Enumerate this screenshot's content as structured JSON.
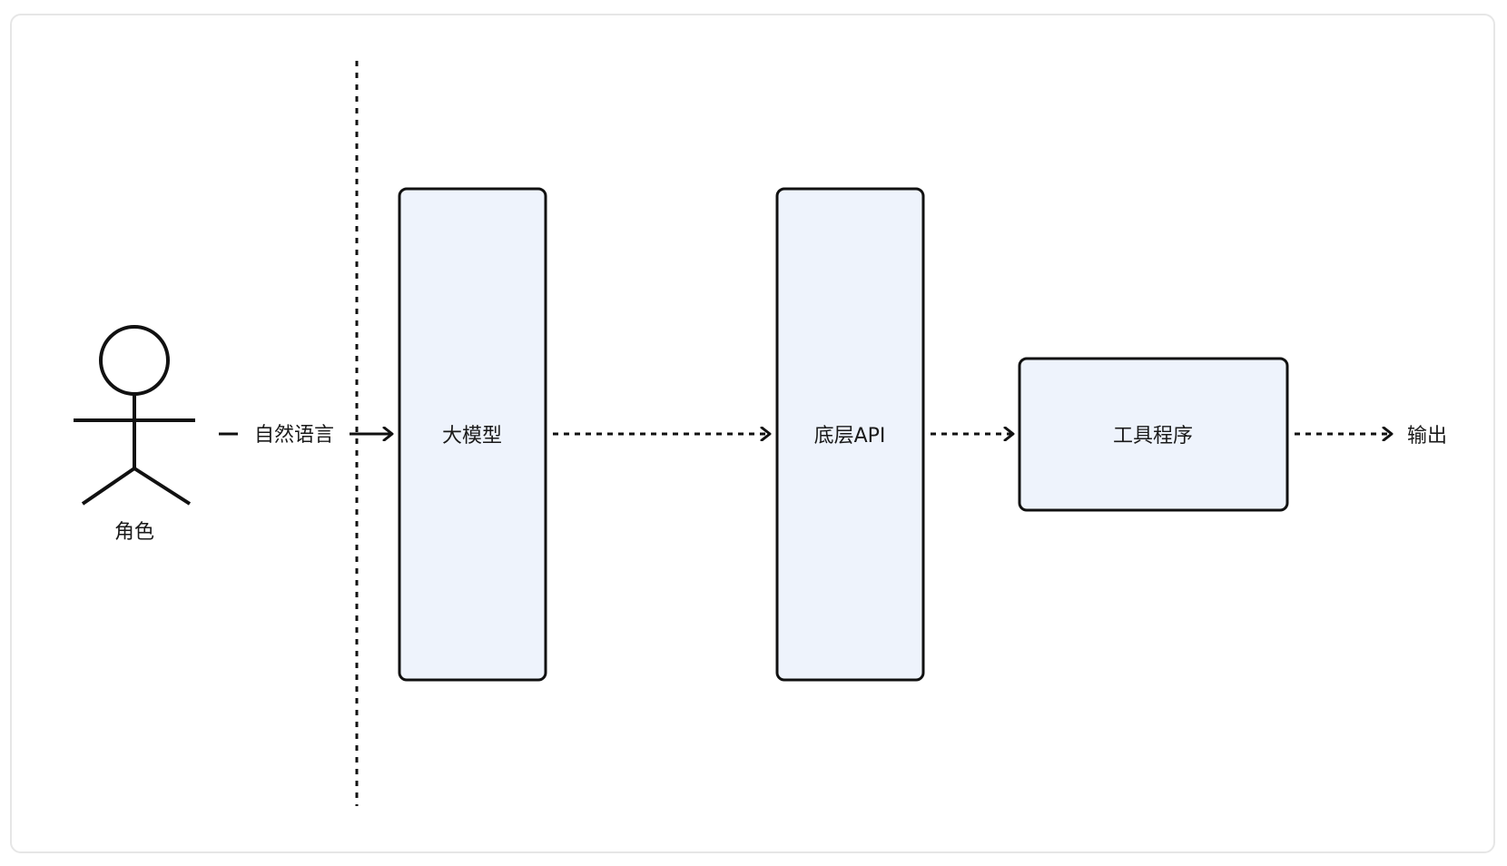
{
  "actor": {
    "label": "角色"
  },
  "edges": {
    "input_label": "自然语言",
    "output_label": "输出"
  },
  "nodes": {
    "llm": {
      "label": "大模型"
    },
    "api": {
      "label": "底层API"
    },
    "tool": {
      "label": "工具程序"
    }
  },
  "colors": {
    "node_fill": "#eef3fc",
    "stroke": "#111111",
    "frame_border": "#e6e6e6"
  }
}
